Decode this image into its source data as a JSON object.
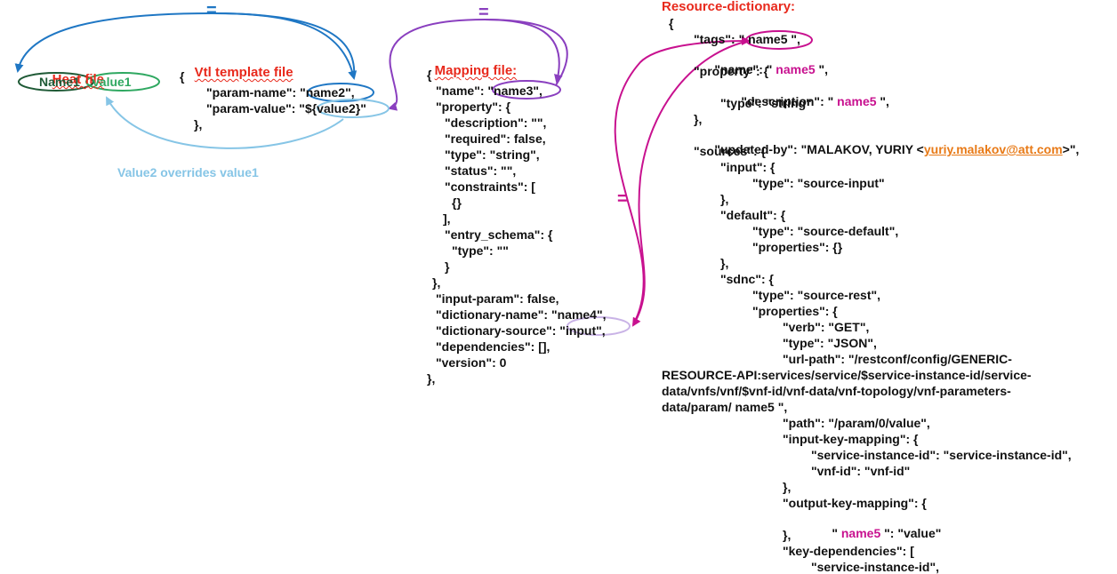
{
  "colors": {
    "blue": "#1f77c4",
    "purple": "#8a3fbf",
    "magenta": "#c8118f",
    "light_blue": "#86c5e6",
    "green": "#2fa861",
    "dark_green": "#1f5a36",
    "red": "#e8291c"
  },
  "equals": [
    "=",
    "=",
    "="
  ],
  "heat": {
    "title": "Heat file",
    "key": "Name1",
    "value": "value1"
  },
  "vtl": {
    "title": "Vtl template file",
    "lines": [
      "{",
      "\"param-name\": \"name2\",",
      "\"param-value\": \"${value2}\"",
      "},"
    ],
    "note": "Value2 overrides value1"
  },
  "mapping": {
    "title": "Mapping file:",
    "lines": [
      "{",
      "\"name\": \"name3\",",
      "\"property\": {",
      "\"description\": \"\",",
      "\"required\": false,",
      "\"type\": \"string\",",
      "\"status\": \"\",",
      "\"constraints\": [",
      "{}",
      "],",
      "\"entry_schema\": {",
      "\"type\": \"\"",
      "}",
      "},",
      "\"input-param\": false,",
      "\"dictionary-name\": \"name4\",",
      "\"dictionary-source\": \"input\",",
      "\"dependencies\": [],",
      "\"version\": 0",
      "},"
    ]
  },
  "dictionary": {
    "title": "Resource-dictionary:",
    "lines": [
      "{",
      "\"tags\": \" name5 \",",
      "\"name\": \" ",
      "name5",
      " \",",
      "\"property\": {",
      "\"description\": \" ",
      "name5",
      " \",",
      "\"type\": \"string\"",
      "},",
      "\"updated-by\": \"MALAKOV, YURIY <",
      "yuriy.malakov@att.com",
      ">\",",
      "\"sources\": {",
      "\"input\": {",
      "\"type\": \"source-input\"",
      "},",
      "\"default\": {",
      "\"type\": \"source-default\",",
      "\"properties\": {}",
      "},",
      "\"sdnc\": {",
      "\"type\": \"source-rest\",",
      "\"properties\": {",
      "\"verb\": \"GET\",",
      "\"type\": \"JSON\",",
      "\"url-path\": \"/restconf/config/GENERIC-",
      "RESOURCE-API:services/service/$service-instance-id/service-",
      "data/vnfs/vnf/$vnf-id/vnf-data/vnf-topology/vnf-parameters-",
      "data/param/ name5 \",",
      "\"path\": \"/param/0/value\",",
      "\"input-key-mapping\": {",
      "\"service-instance-id\": \"service-instance-id\",",
      "\"vnf-id\": \"vnf-id\"",
      "},",
      "\"output-key-mapping\": {",
      "\" ",
      "name5",
      " \": \"value\"",
      "},",
      "\"key-dependencies\": [",
      "\"service-instance-id\","
    ]
  }
}
